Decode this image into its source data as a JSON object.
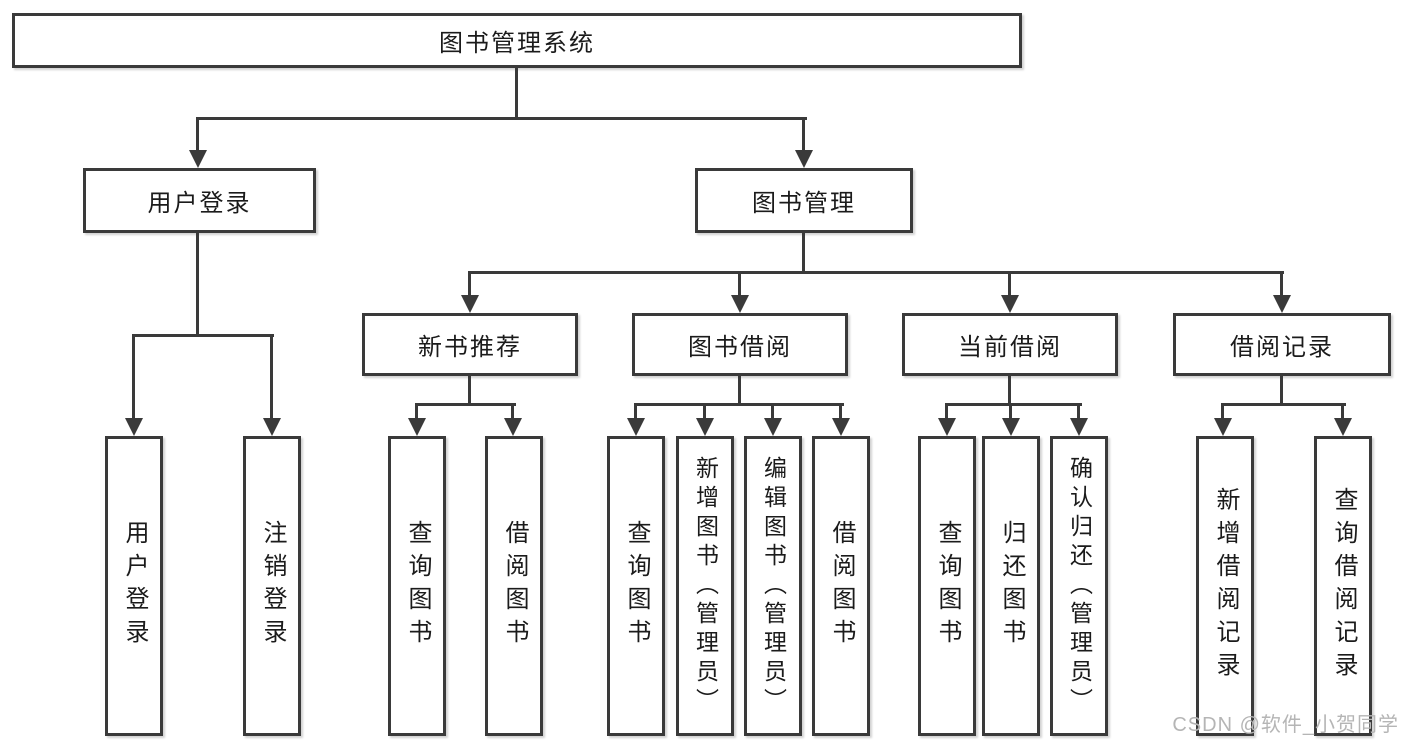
{
  "diagram_title": "图书管理系统",
  "tree": {
    "label": "图书管理系统",
    "children": [
      {
        "label": "用户登录",
        "children": [
          {
            "label": "用户登录"
          },
          {
            "label": "注销登录"
          }
        ]
      },
      {
        "label": "图书管理",
        "children": [
          {
            "label": "新书推荐",
            "children": [
              {
                "label": "查询图书"
              },
              {
                "label": "借阅图书"
              }
            ]
          },
          {
            "label": "图书借阅",
            "children": [
              {
                "label": "查询图书"
              },
              {
                "label": "新增图书（管理员）"
              },
              {
                "label": "编辑图书（管理员）"
              },
              {
                "label": "借阅图书"
              }
            ]
          },
          {
            "label": "当前借阅",
            "children": [
              {
                "label": "查询图书"
              },
              {
                "label": "归还图书"
              },
              {
                "label": "确认归还（管理员）"
              }
            ]
          },
          {
            "label": "借阅记录",
            "children": [
              {
                "label": "新增借阅记录"
              },
              {
                "label": "查询借阅记录"
              }
            ]
          }
        ]
      }
    ]
  },
  "watermark": "CSDN @软件_小贺同学",
  "colors": {
    "line": "#3a3a3a",
    "text": "#1b1b1b",
    "background": "#ffffff",
    "watermark": "#b5b5b5"
  }
}
